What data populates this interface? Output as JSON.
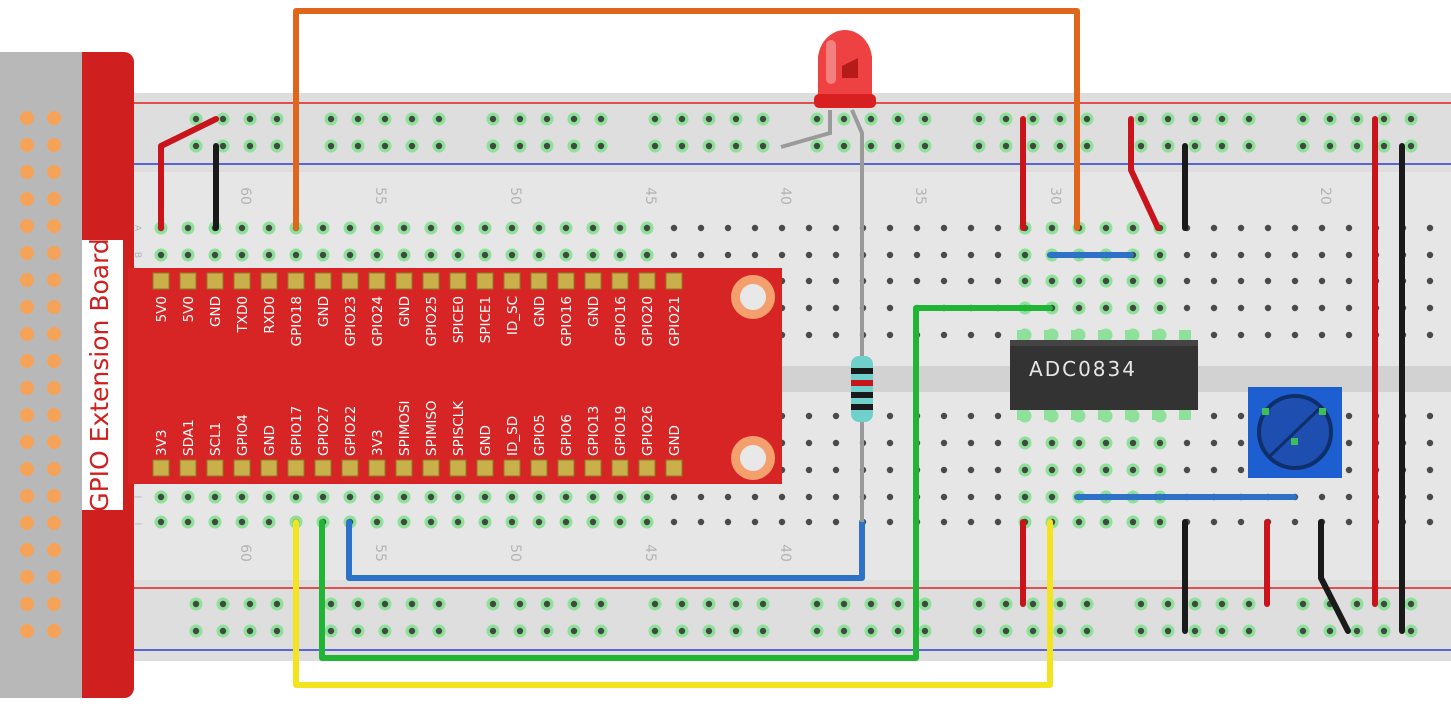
{
  "board": {
    "title": "GPIO Extension Board",
    "top_labels": [
      "5V0",
      "5V0",
      "GND",
      "TXD0",
      "RXD0",
      "GPIO18",
      "GND",
      "GPIO23",
      "GPIO24",
      "GND",
      "GPIO25",
      "SPICE0",
      "SPICE1",
      "ID_SC",
      "GND",
      "GPIO16",
      "GND",
      "GPIO16",
      "GPIO20",
      "GPIO21"
    ],
    "bottom_labels": [
      "3V3",
      "SDA1",
      "SCL1",
      "GPIO4",
      "GND",
      "GPIO17",
      "GPIO27",
      "GPIO22",
      "3V3",
      "SPIMOSI",
      "SPIMISO",
      "SPISCLK",
      "GND",
      "ID_SD",
      "GPIO5",
      "GPIO6",
      "GPIO13",
      "GPIO19",
      "GPIO26",
      "GND"
    ]
  },
  "chip": {
    "label": "ADC0834"
  },
  "breadboard": {
    "column_numbers": [
      "60",
      "55",
      "50",
      "45",
      "40",
      "35",
      "30",
      "20"
    ],
    "row_letters": [
      "A",
      "B",
      "J",
      "I"
    ]
  },
  "colors": {
    "board_red": "#cf1f1f",
    "wire_orange": "#e0661b",
    "wire_red": "#c8141a",
    "wire_black": "#1a1a1a",
    "wire_blue": "#2d72c6",
    "wire_green": "#21b536",
    "wire_yellow": "#f2e41e",
    "pot_blue": "#1d5fd1"
  },
  "icons": [
    "led-icon",
    "resistor-icon",
    "potentiometer-icon"
  ]
}
